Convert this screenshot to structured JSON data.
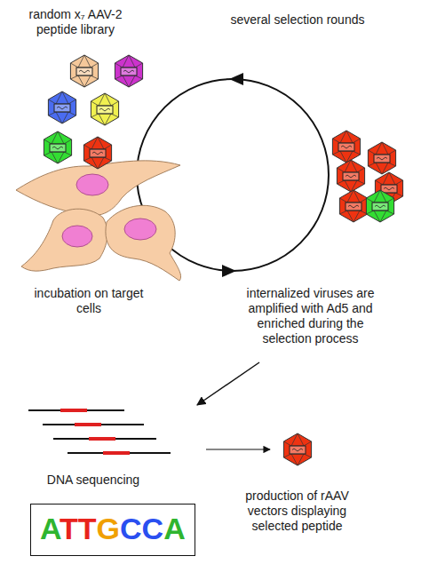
{
  "diagram": {
    "nodes": [
      {
        "text": [
          "ATTGCCA"
        ]
      }
    ],
    "labels": [
      "random x₇ AAV-2 peptide library",
      "several selection rounds",
      "incubation on target cells",
      "internalized viruses are amplified with Ad5 and enriched during the selection process",
      "DNA sequencing",
      "production of rAAV vectors displaying selected peptide"
    ]
  }
}
